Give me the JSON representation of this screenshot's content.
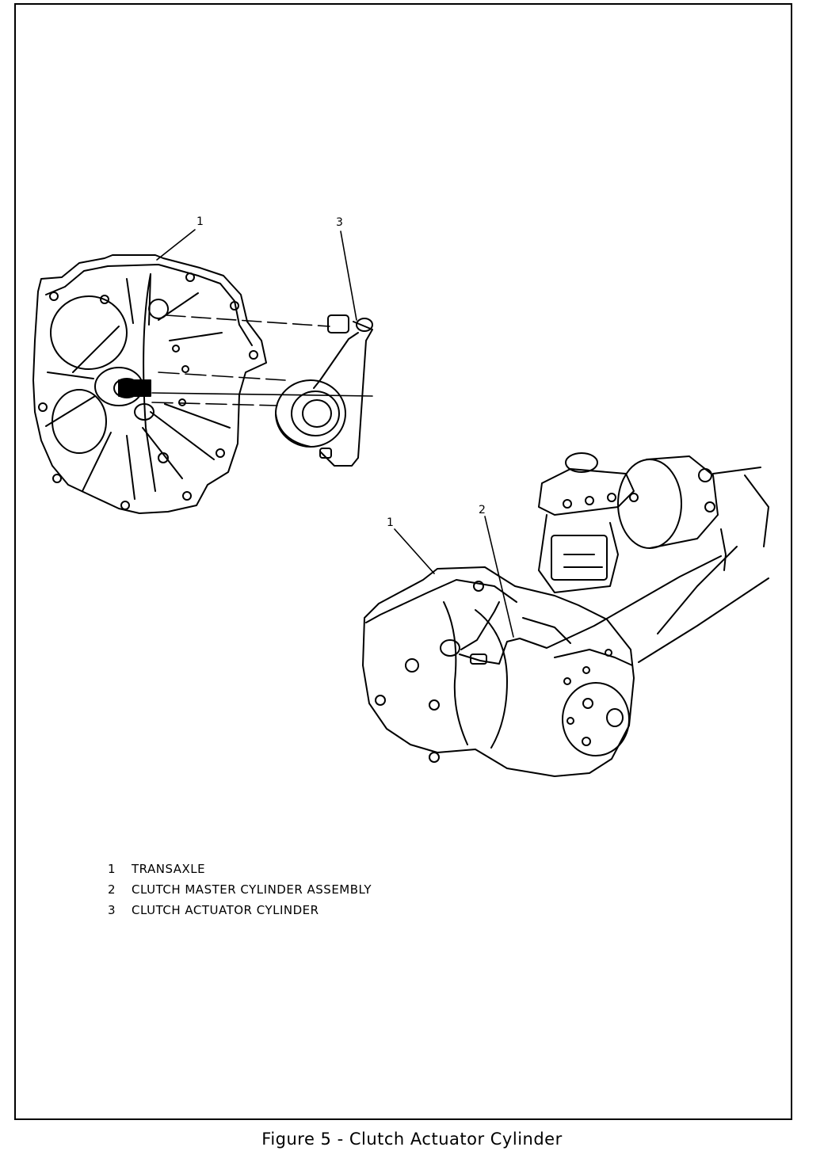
{
  "callouts": {
    "top_transaxle": "1",
    "top_actuator": "3",
    "bottom_transaxle": "1",
    "bottom_master": "2"
  },
  "legend": [
    {
      "number": "1",
      "label": "TRANSAXLE"
    },
    {
      "number": "2",
      "label": "CLUTCH MASTER CYLINDER ASSEMBLY"
    },
    {
      "number": "3",
      "label": "CLUTCH ACTUATOR CYLINDER"
    }
  ],
  "caption": "Figure 5 - Clutch Actuator Cylinder"
}
